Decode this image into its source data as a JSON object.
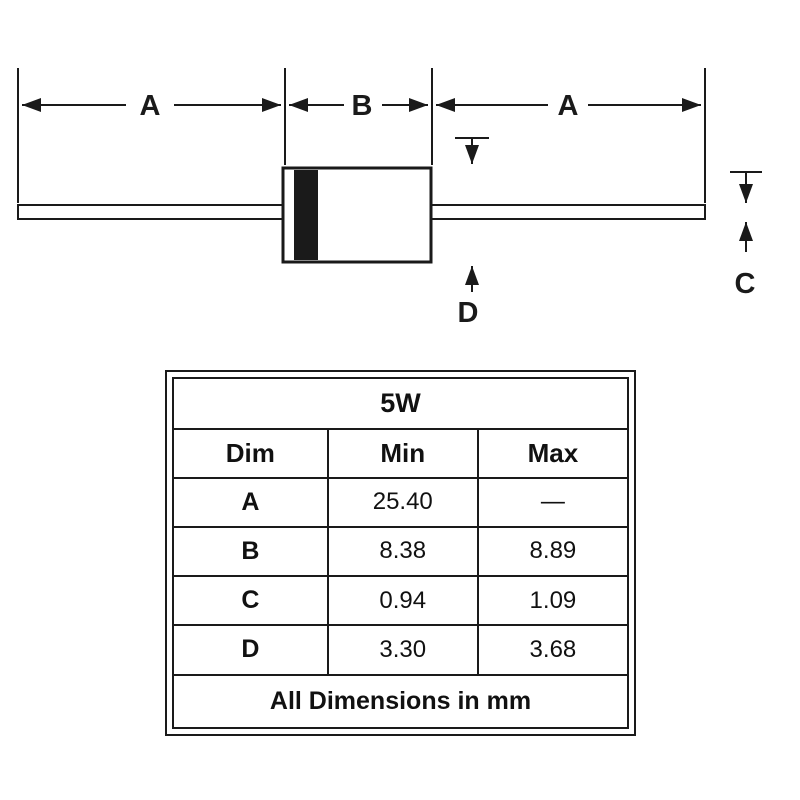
{
  "diagram": {
    "labels": {
      "a_left": "A",
      "b": "B",
      "a_right": "A",
      "c": "C",
      "d": "D"
    }
  },
  "table": {
    "title": "5W",
    "columns": [
      "Dim",
      "Min",
      "Max"
    ],
    "rows": [
      {
        "dim": "A",
        "min": "25.40",
        "max": "—"
      },
      {
        "dim": "B",
        "min": "8.38",
        "max": "8.89"
      },
      {
        "dim": "C",
        "min": "0.94",
        "max": "1.09"
      },
      {
        "dim": "D",
        "min": "3.30",
        "max": "3.68"
      }
    ],
    "footer": "All Dimensions in mm"
  }
}
